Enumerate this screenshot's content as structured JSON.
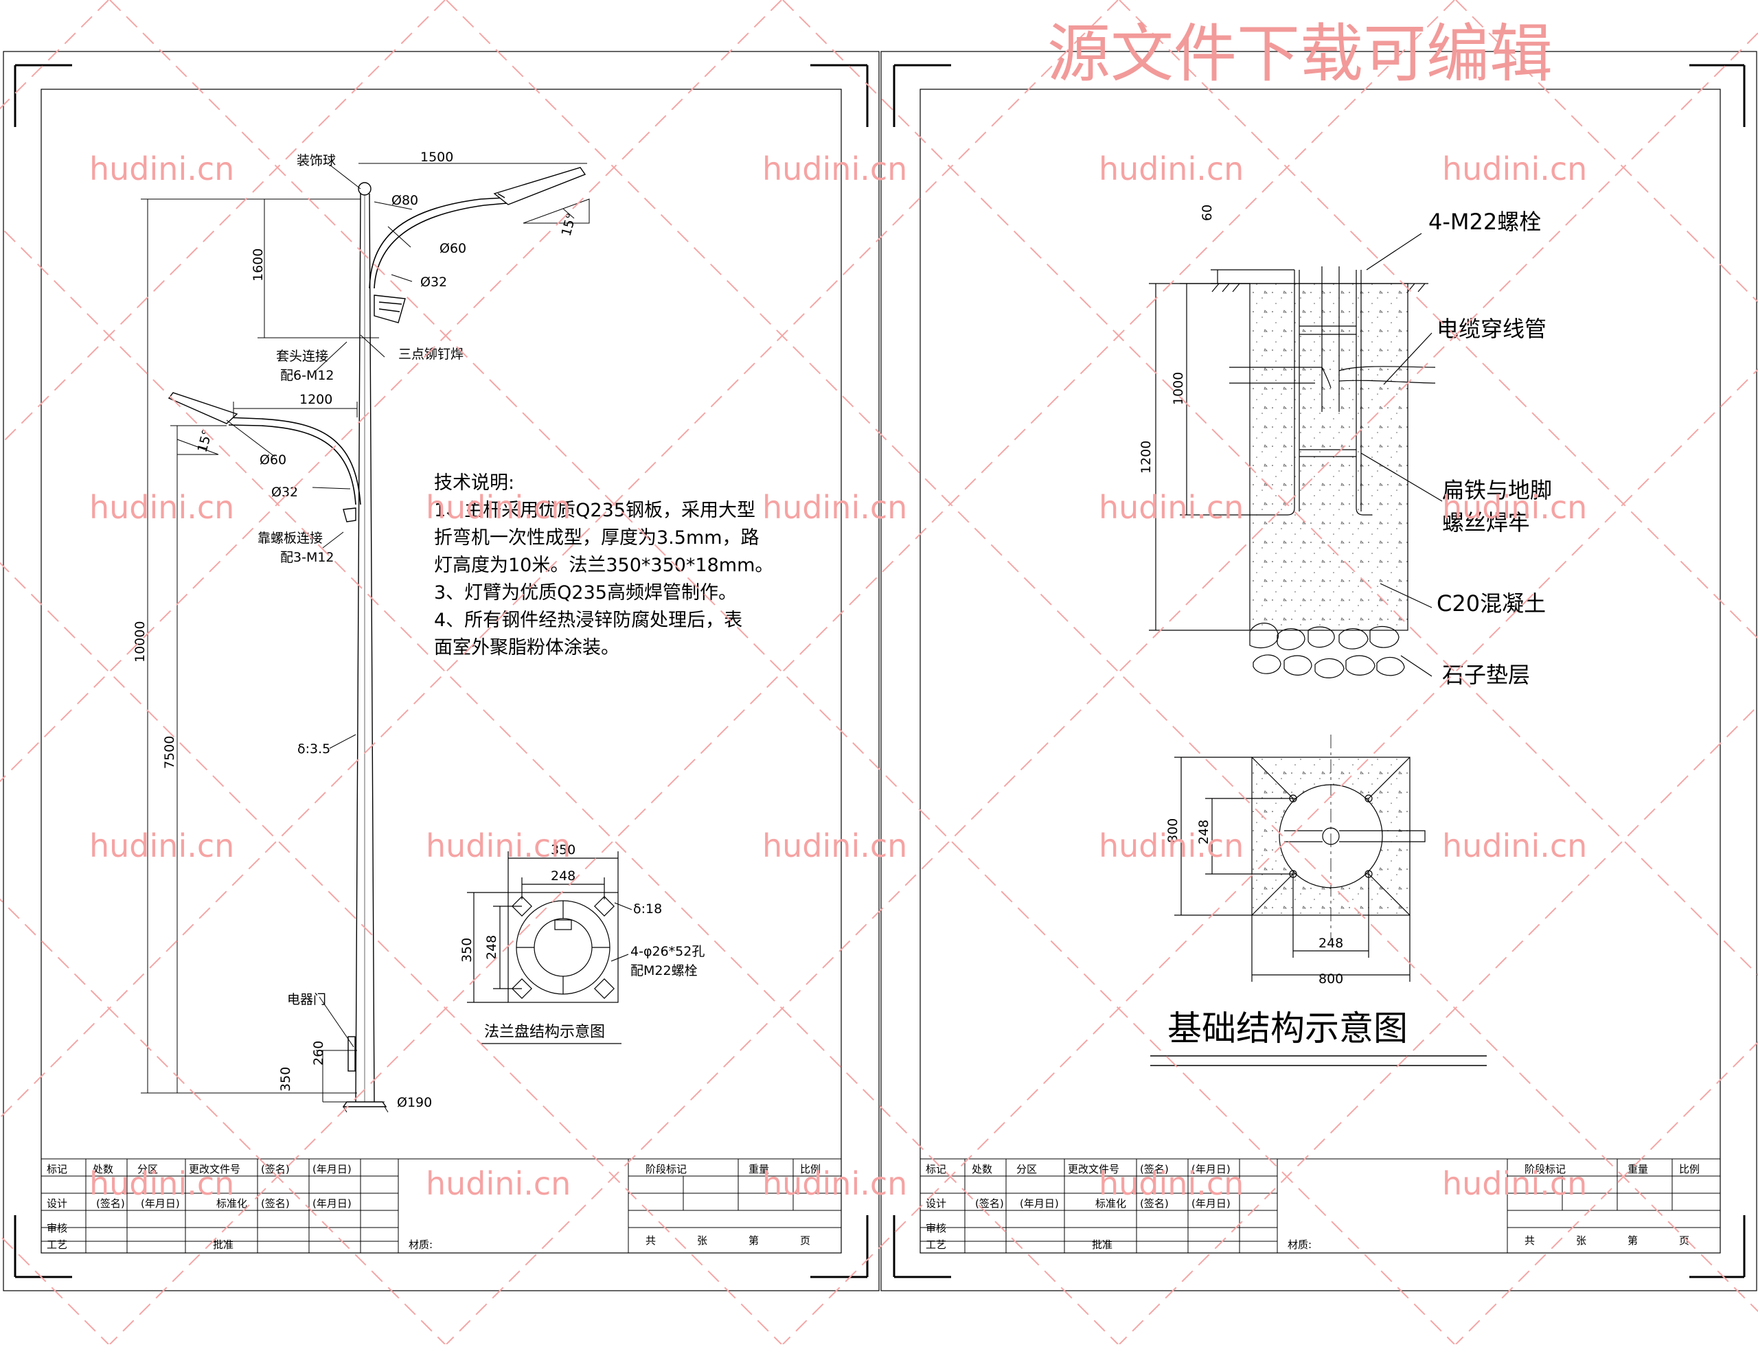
{
  "top_watermark": "源文件下载可编辑",
  "watermark_text": "hudini.cn",
  "left_sheet": {
    "labels": {
      "deco_ball": "装饰球",
      "arm_len_top": "1500",
      "dia80": "Ø80",
      "dia60_top": "Ø60",
      "dia32_top": "Ø32",
      "angle_top": "15°",
      "h1600": "1600",
      "join1": "套头连接",
      "join1b": "配6-M12",
      "rivet": "三点铆钉焊",
      "arm_len_low": "1200",
      "angle_low": "15°",
      "dia60_low": "Ø60",
      "dia32_low": "Ø32",
      "join2": "靠螺板连接",
      "join2b": "配3-M12",
      "h10000": "10000",
      "h7500": "7500",
      "thick": "δ:3.5",
      "door": "电器门",
      "h260": "260",
      "h350": "350",
      "dia190": "Ø190"
    },
    "notes": [
      "技术说明:",
      "1、主杆采用优质Q235钢板，采用大型",
      "折弯机一次性成型，厚度为3.5mm，路",
      "灯高度为10米。法兰350*350*18mm。",
      "3、灯臂为优质Q235高频焊管制作。",
      "4、所有钢件经热浸锌防腐处理后，表",
      "面室外聚脂粉体涂装。"
    ],
    "flange": {
      "w350": "350",
      "w248": "248",
      "h350": "350",
      "h248": "248",
      "thick": "δ:18",
      "holes": "4-φ26*52孔",
      "bolts": "配M22螺栓",
      "title": "法兰盘结构示意图"
    }
  },
  "right_sheet": {
    "labels": {
      "bolt": "4-M22螺栓",
      "cable": "电缆穿线管",
      "flat1": "扁铁与地脚",
      "flat2": "螺丝焊牢",
      "concrete": "C20混凝土",
      "gravel": "石子垫层",
      "d60": "60",
      "d1000": "1000",
      "d1200": "1200",
      "p800v": "800",
      "p248v": "248",
      "p248h": "248",
      "p800h": "800"
    },
    "title": "基础结构示意图"
  },
  "title_block": {
    "row1": [
      "标记",
      "处数",
      "分区",
      "更改文件号",
      "(签名)",
      "(年月日)"
    ],
    "row2": [
      "设计",
      "(签名)",
      "(年月日)",
      "标准化",
      "(签名)",
      "(年月日)"
    ],
    "review": "审核",
    "craft": "工艺",
    "approve": "批准",
    "material": "材质:",
    "stage": "阶段标记",
    "weight": "重量",
    "scale": "比例",
    "pages": [
      "共",
      "张",
      "第",
      "页"
    ]
  }
}
